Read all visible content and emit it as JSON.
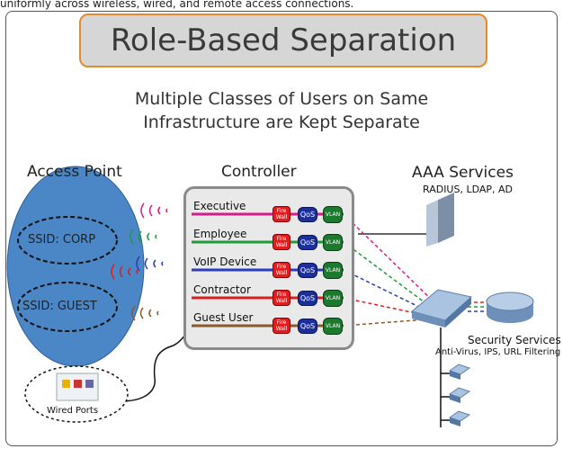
{
  "top_caption": "uniformly across wireless, wired, and remote access connections.",
  "title": "Role-Based Separation",
  "subtitle_line1": "Multiple Classes of Users on Same",
  "subtitle_line2": "Infrastructure are Kept Separate",
  "access_point": {
    "label": "Access Point",
    "ssid_corp": "SSID: CORP",
    "ssid_guest": "SSID: GUEST"
  },
  "controller": {
    "label": "Controller"
  },
  "roles": [
    {
      "name": "Executive",
      "color": "#d81b8c"
    },
    {
      "name": "Employee",
      "color": "#1e9c3a"
    },
    {
      "name": "VoIP Device",
      "color": "#2a3fb5"
    },
    {
      "name": "Contractor",
      "color": "#d62020"
    },
    {
      "name": "Guest User",
      "color": "#8a5a2b"
    }
  ],
  "modules": {
    "firewall": "Fire Wall",
    "qos": "QoS",
    "vlan": "VLAN"
  },
  "aaa": {
    "label": "AAA Services",
    "sub": "RADIUS, LDAP, AD"
  },
  "security": {
    "label": "Security Services",
    "sub": "Anti-Virus, IPS, URL Filtering"
  },
  "wired_ports": "Wired Ports"
}
